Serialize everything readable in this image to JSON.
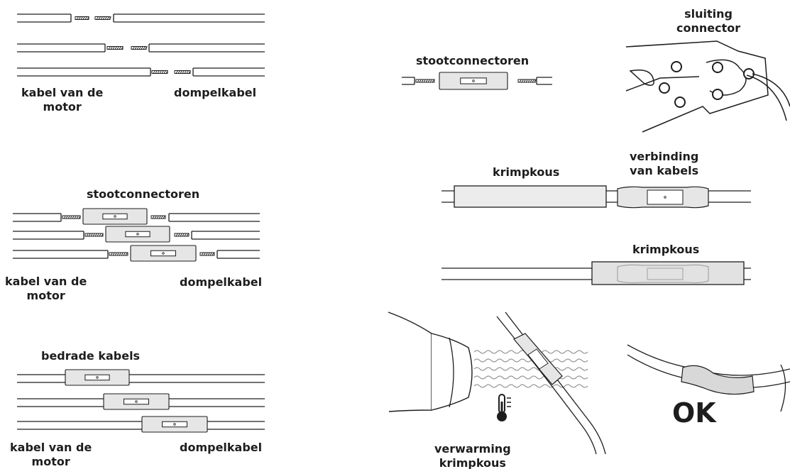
{
  "labels": {
    "panel1_left": "kabel van de\nmotor",
    "panel1_right": "dompelkabel",
    "panel2_title": "stootconnectoren",
    "panel2_left": "kabel van de\nmotor",
    "panel2_right": "dompelkabel",
    "panel3_title": "bedrade kabels",
    "panel3_left": "kabel van de\nmotor",
    "panel3_right": "dompelkabel",
    "butt_title": "stootconnectoren",
    "crimp_title": "sluiting\nconnector",
    "shrink_title": "krimpkous",
    "join_title": "verbinding\nvan kabels",
    "shrink2_title": "krimpkous",
    "heat_title": "verwarming\nkrimpkous",
    "ok": "OK"
  },
  "icons": [
    "wire-icon",
    "butt-connector-icon",
    "crimp-tool-icon",
    "heat-gun-icon",
    "thermometer-icon",
    "shrink-tube-icon"
  ],
  "colors": {
    "ink": "#1d1d1d",
    "connector_fill": "#e6e6e6",
    "tube_fill": "#ececec",
    "tube_fill2": "#e2e2e2"
  }
}
